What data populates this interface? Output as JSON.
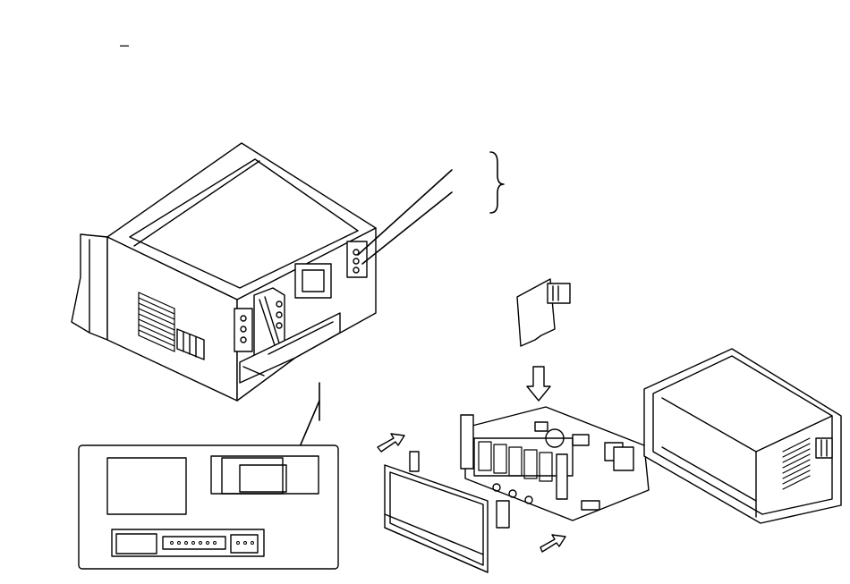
{
  "figure": {
    "kind": "technical exploded-view line drawing of a panel meter",
    "visible_text": "–",
    "line_color": "#000000",
    "fill_color": "#ffffff",
    "parts": [
      "meter-housing",
      "rear-terminal-panel",
      "option-card",
      "main-circuit-board",
      "front-bezel",
      "empty-case",
      "leader-lines",
      "curly-brace",
      "assembly-arrows"
    ]
  }
}
